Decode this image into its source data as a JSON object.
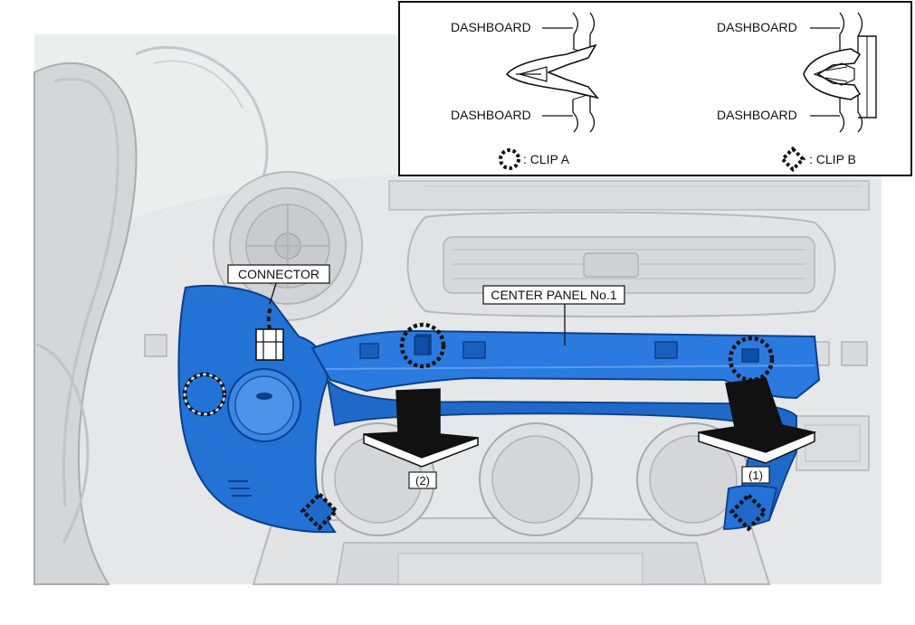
{
  "labels": {
    "connector": "CONNECTOR",
    "center_panel": "CENTER PANEL No.1",
    "step_2": "(2)",
    "step_1": "(1)"
  },
  "inset": {
    "left": {
      "dashboard_top": "DASHBOARD",
      "dashboard_bottom": "DASHBOARD",
      "legend": ": CLIP A"
    },
    "right": {
      "dashboard_top": "DASHBOARD",
      "dashboard_bottom": "DASHBOARD",
      "legend": ": CLIP B"
    }
  },
  "colors": {
    "panel_blue": "#1f6fd1",
    "panel_blue_dark": "#0f4fa8",
    "background_gray": "#e4e6e8",
    "line_gray": "#b9bcc0",
    "arrow_black": "#111111"
  }
}
